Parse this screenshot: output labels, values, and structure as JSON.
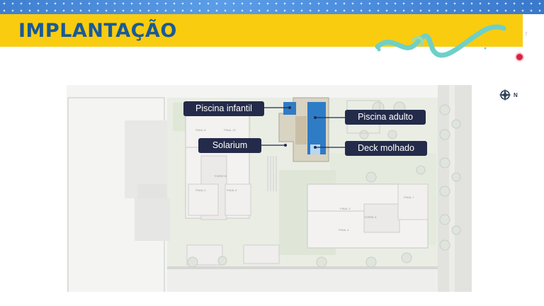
{
  "header": {
    "title": "IMPLANTAÇÃO",
    "page_number": "7"
  },
  "compass": {
    "label": "N"
  },
  "callouts": {
    "piscina_infantil": "Piscina infantil",
    "piscina_adulto": "Piscina adulto",
    "solarium": "Solarium",
    "deck_molhado": "Deck molhado"
  },
  "plan_labels": {
    "final_8": "FINAL 8",
    "final_10": "FINAL 10",
    "final_9": "FINAL 9",
    "final_6": "FINAL 6",
    "final_3": "FINAL 3",
    "final_7": "FINAL 7",
    "final_4": "FINAL 4",
    "torre_a": "TORRE A",
    "torre_b": "TORRE B"
  },
  "colors": {
    "header_yellow": "#f9cc0f",
    "title_blue": "#1a5a96",
    "callout_navy": "#242b4a",
    "pool_blue": "#2f7cc6",
    "accent_red": "#d9223e",
    "brush_teal": "#6fd0c8"
  },
  "icons": [
    "compass-icon",
    "brush-stroke-decoration"
  ]
}
